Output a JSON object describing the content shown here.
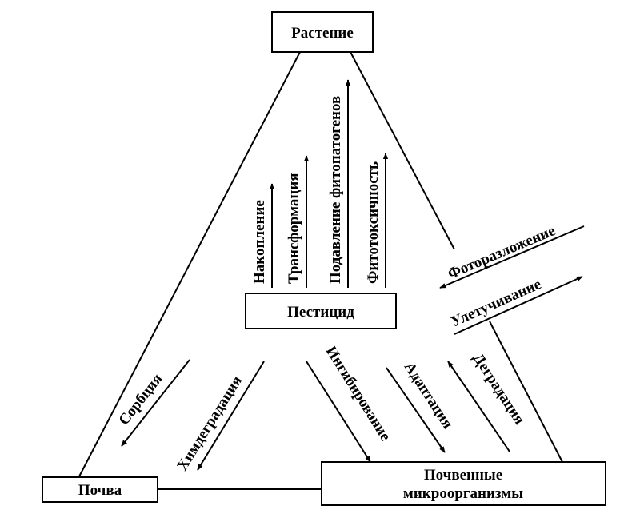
{
  "nodes": {
    "plant": "Растение",
    "pesticide": "Пестицид",
    "soil": "Почва",
    "microbes_line1": "Почвенные",
    "microbes_line2": "микроорганизмы"
  },
  "processes": {
    "accumulation": "Накопление",
    "transformation": "Трансформация",
    "pathogen_suppression": "Подавление фитопатогенов",
    "phytotoxicity": "Фитотоксичность",
    "photodecomposition": "Фоторазложение",
    "volatilization": "Улетучивание",
    "sorption": "Сорбция",
    "chemical_degradation": "Химдеградация",
    "inhibition": "Ингибирование",
    "adaptation": "Адаптация",
    "degradation": "Деградация"
  }
}
